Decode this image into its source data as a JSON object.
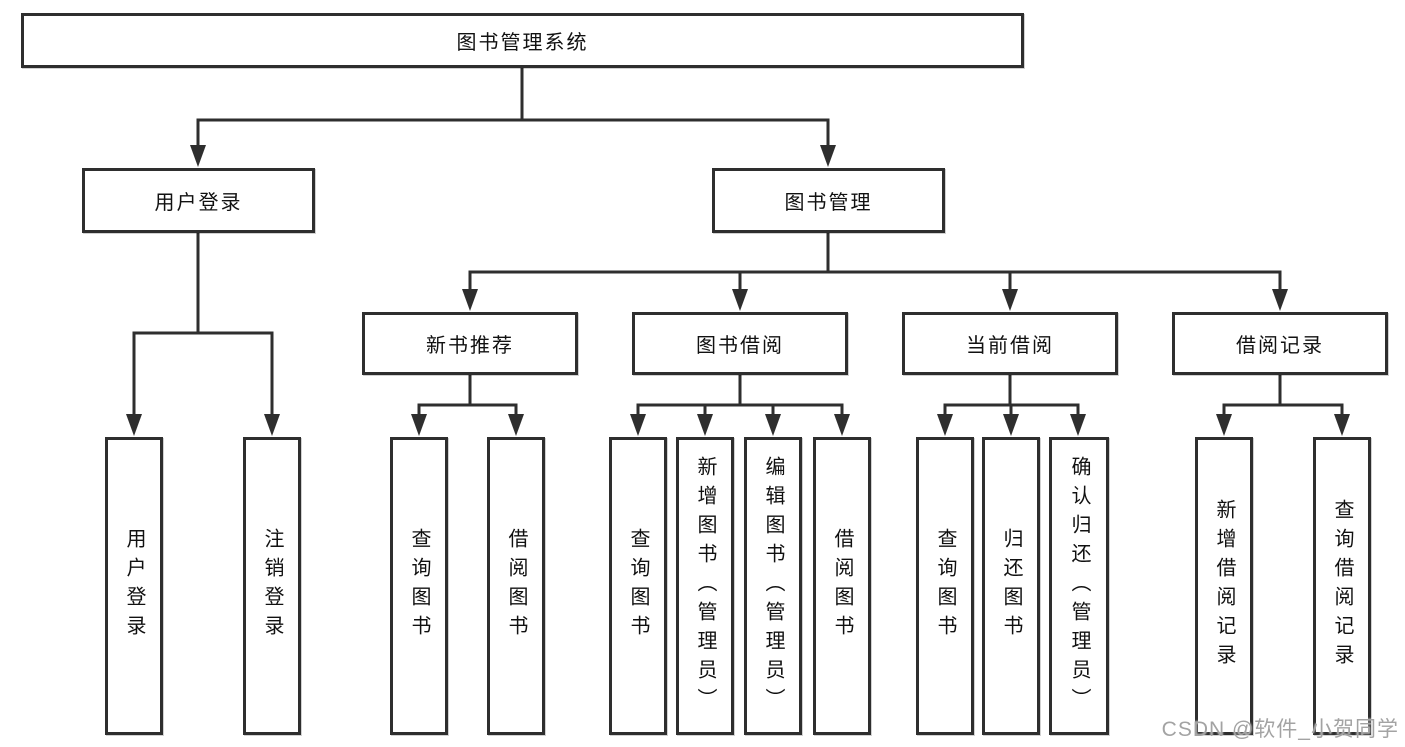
{
  "tree": {
    "root": {
      "label": "图书管理系统"
    },
    "children": [
      {
        "label": "用户登录",
        "children": [
          {
            "label": "用户登录"
          },
          {
            "label": "注销登录"
          }
        ]
      },
      {
        "label": "图书管理",
        "children": [
          {
            "label": "新书推荐",
            "children": [
              {
                "label": "查询图书"
              },
              {
                "label": "借阅图书"
              }
            ]
          },
          {
            "label": "图书借阅",
            "children": [
              {
                "label": "查询图书"
              },
              {
                "label": "新增图书（管理员）"
              },
              {
                "label": "编辑图书（管理员）"
              },
              {
                "label": "借阅图书"
              }
            ]
          },
          {
            "label": "当前借阅",
            "children": [
              {
                "label": "查询图书"
              },
              {
                "label": "归还图书"
              },
              {
                "label": "确认归还（管理员）"
              }
            ]
          },
          {
            "label": "借阅记录",
            "children": [
              {
                "label": "新增借阅记录"
              },
              {
                "label": "查询借阅记录"
              }
            ]
          }
        ]
      }
    ]
  },
  "watermark": {
    "text": "CSDN @软件_小贺同学"
  },
  "colors": {
    "line": "#2e2e2e",
    "box_border": "#2e2e2e",
    "box_fill": "#ffffff",
    "text": "#111111",
    "watermark": "#a3a3a3"
  }
}
